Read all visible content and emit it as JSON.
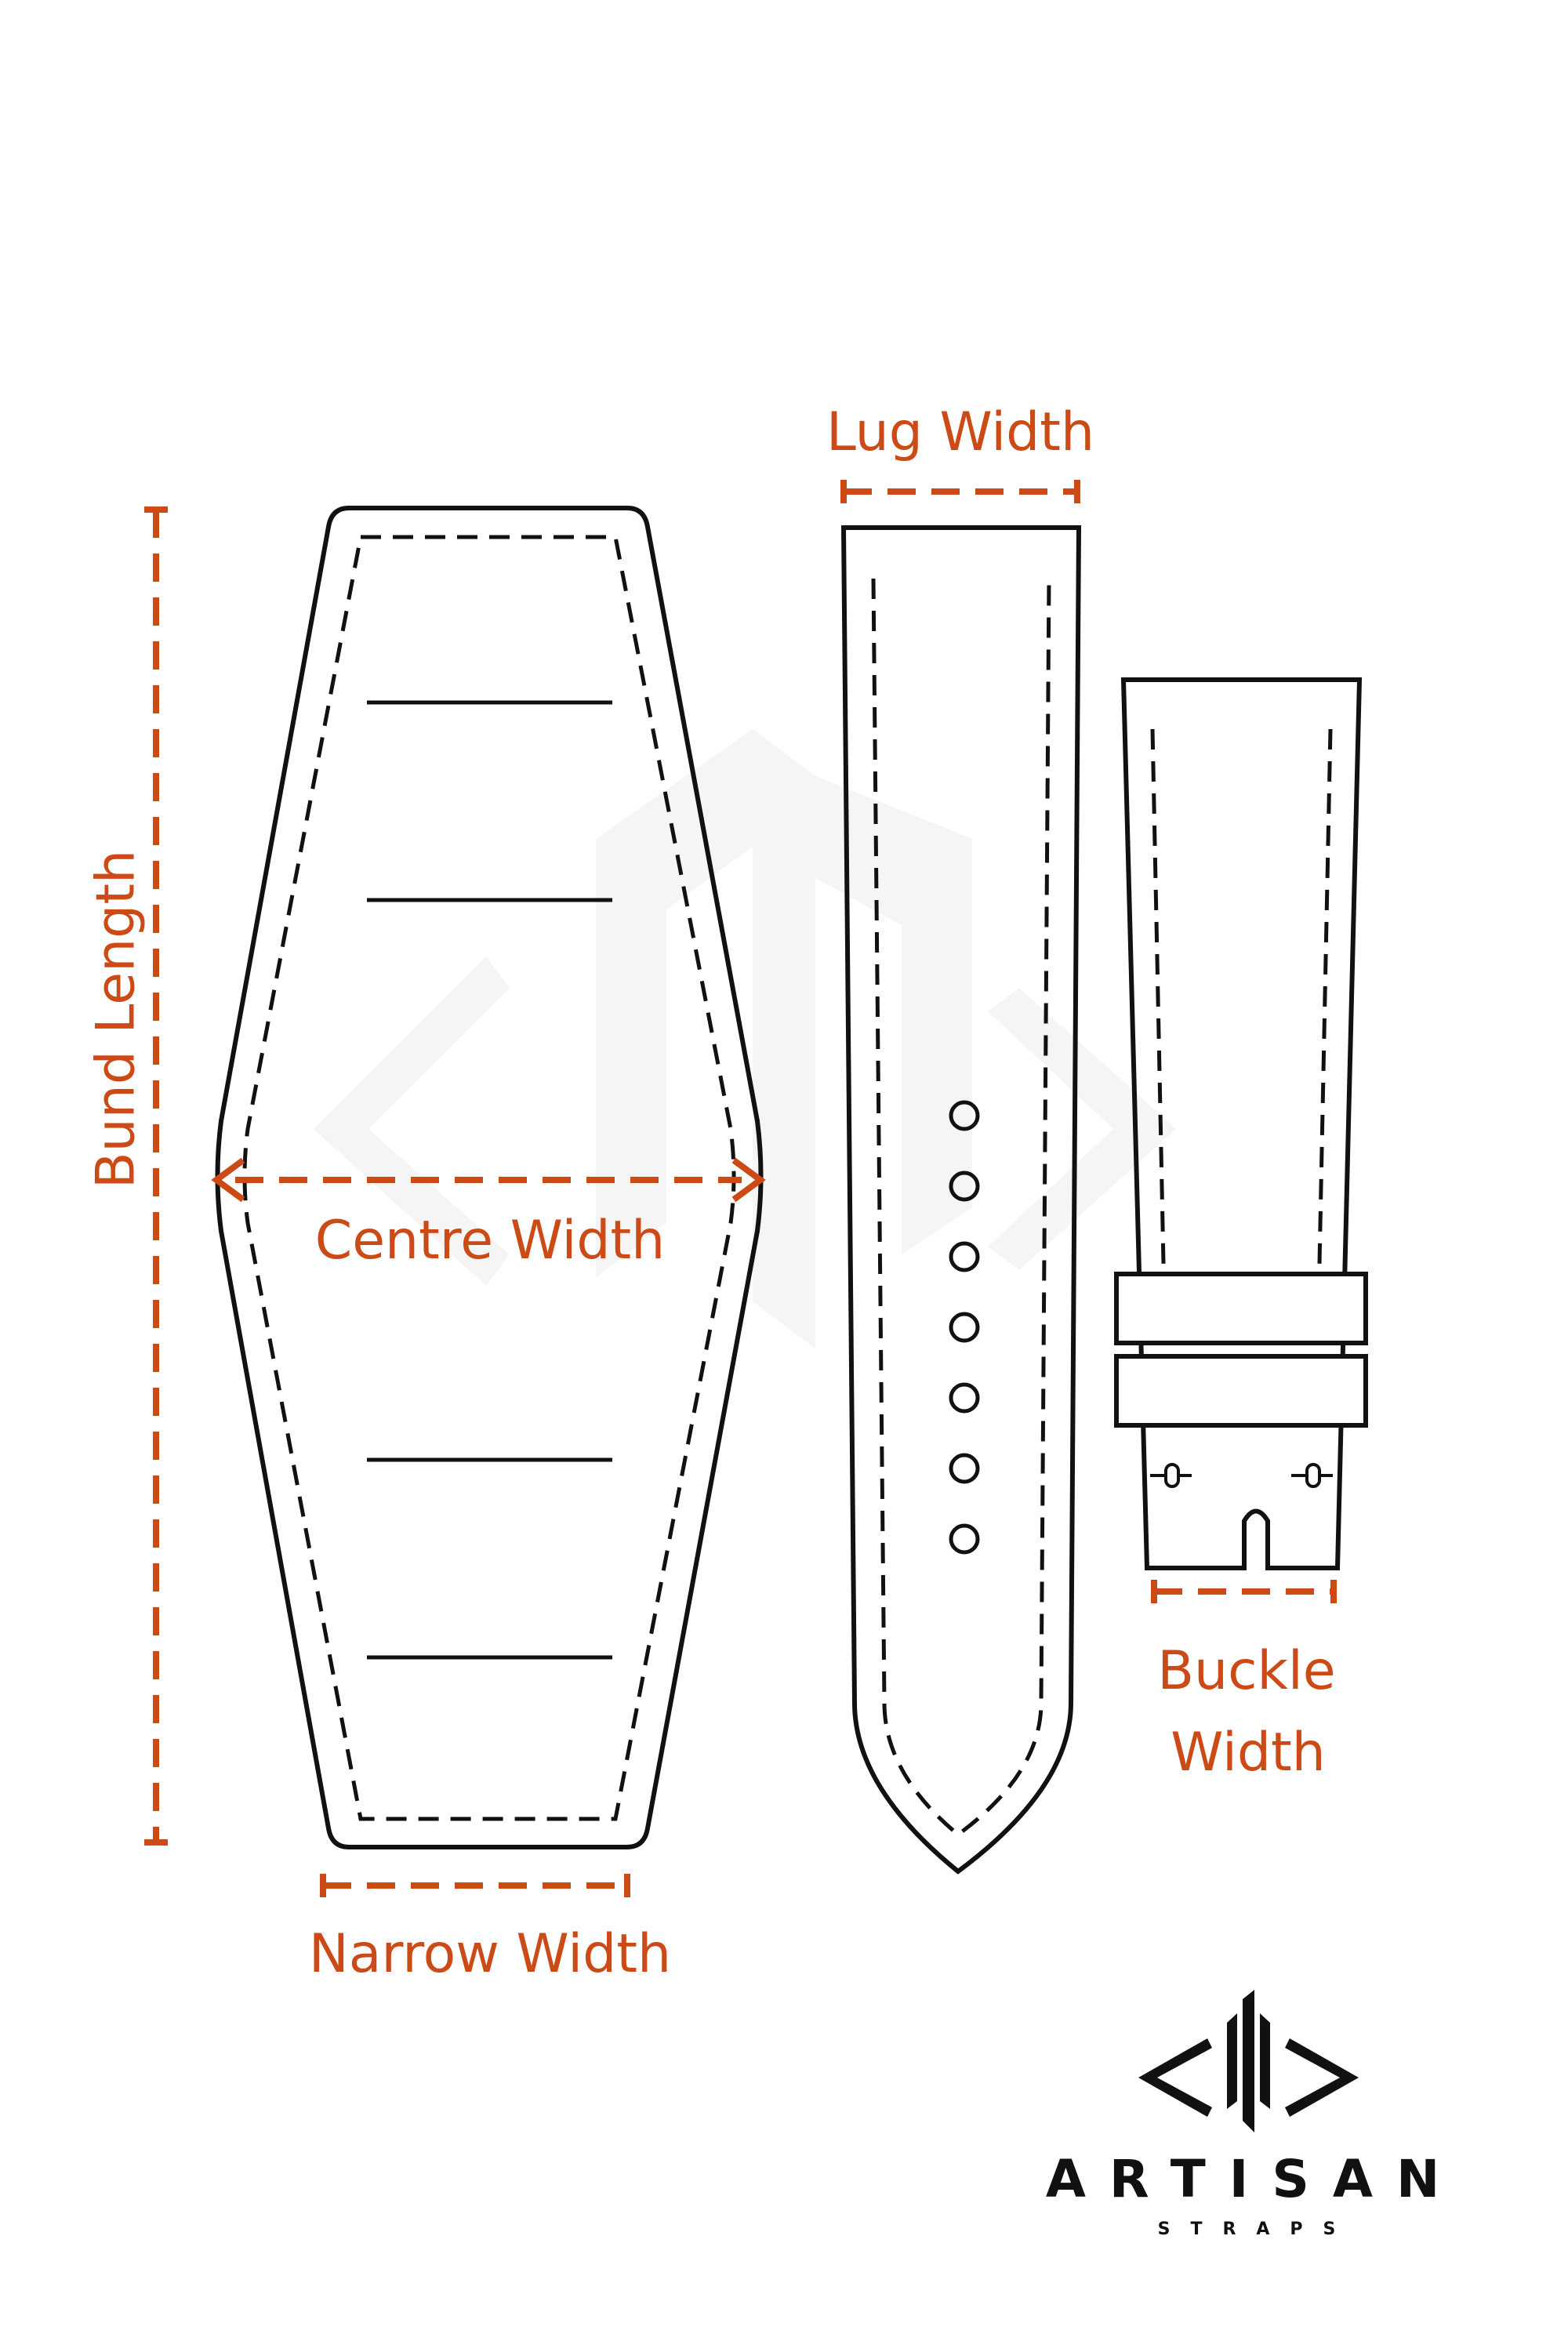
{
  "colors": {
    "accent": "#cc4a16",
    "outline": "#111111",
    "watermark": "#f5f5f5",
    "background": "#ffffff"
  },
  "labels": {
    "bund_length": "Bund Length",
    "centre_width": "Centre Width",
    "narrow_width": "Narrow Width",
    "lug_width": "Lug Width",
    "buckle_width_line1": "Buckle",
    "buckle_width_line2": "Width"
  },
  "logo": {
    "brand": "ARTISAN",
    "sub": "STRAPS"
  },
  "strap_holes_count": 7
}
